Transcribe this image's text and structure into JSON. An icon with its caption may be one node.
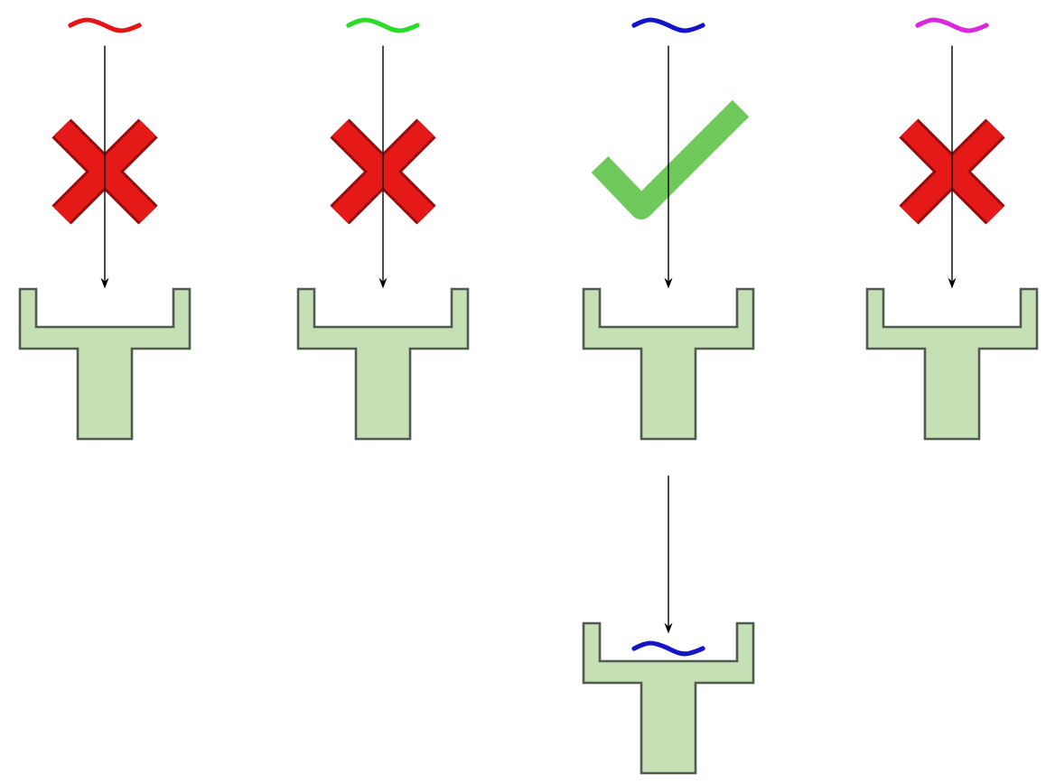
{
  "diagram": {
    "nodes": [
      {
        "text": [],
        "shape": "wave"
      },
      {
        "text": [],
        "shape": "wave"
      },
      {
        "text": [],
        "shape": "wave"
      },
      {
        "text": [],
        "shape": "wave"
      },
      {
        "text": [],
        "shape": "picture"
      },
      {
        "text": [],
        "shape": "picture"
      },
      {
        "text": [],
        "shape": "picture"
      },
      {
        "text": [],
        "shape": "picture"
      },
      {
        "text": [],
        "shape": "picture"
      },
      {
        "text": [],
        "shape": "wave",
        "in": 8
      }
    ],
    "edges": [
      {
        "from": 0,
        "to": 4,
        "arrow": "to"
      },
      {
        "from": 1,
        "to": 5,
        "arrow": "to"
      },
      {
        "from": 2,
        "to": 6,
        "arrow": "to"
      },
      {
        "from": 3,
        "to": 7,
        "arrow": "to"
      },
      {
        "from": 6,
        "to": 9,
        "arrow": "to"
      }
    ]
  }
}
